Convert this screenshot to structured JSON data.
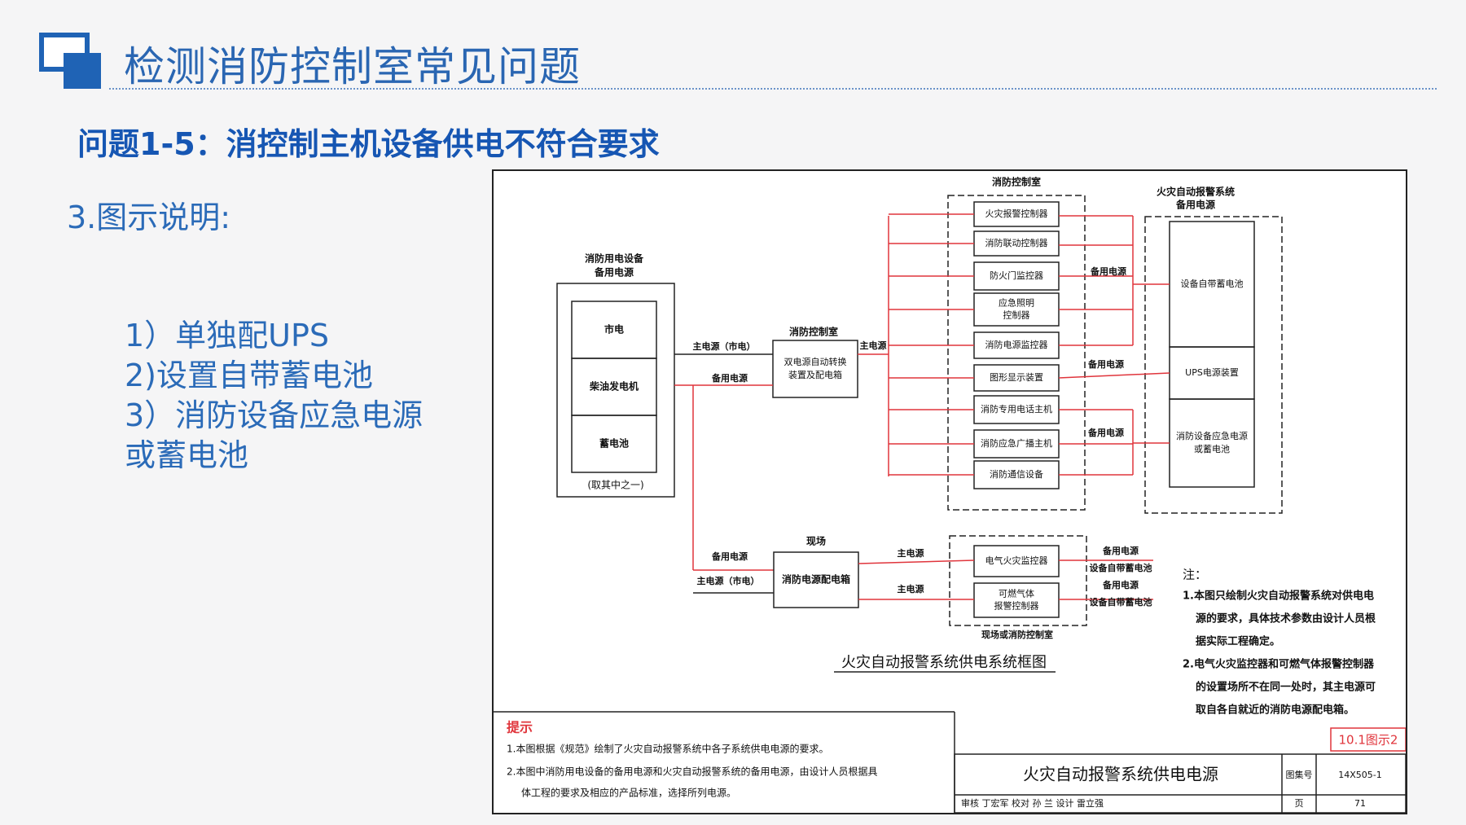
{
  "header": {
    "title": "检测消防控制室常见问题"
  },
  "question": "问题1-5：消控制主机设备供电不符合要求",
  "section_heading": "3.图示说明:",
  "points": [
    "1）单独配UPS",
    "2)设置自带蓄电池",
    "3）消防设备应急电源",
    "或蓄电池"
  ],
  "diagram": {
    "left_group": {
      "title1": "消防用电设备",
      "title2": "备用电源",
      "items": [
        "市电",
        "柴油发电机",
        "蓄电池"
      ],
      "note": "(取其中之一)"
    },
    "links": {
      "main_city": "主电源（市电）",
      "backup": "备用电源",
      "main": "主电源"
    },
    "switch_group": {
      "title": "消防控制室",
      "box_line1": "双电源自动转换",
      "box_line2": "装置及配电箱"
    },
    "control_room": {
      "title": "消防控制室",
      "devices": [
        [
          "火灾报警控制器"
        ],
        [
          "消防联动控制器"
        ],
        [
          "防火门监控器"
        ],
        [
          "应急照明",
          "控制器"
        ],
        [
          "消防电源监控器"
        ],
        [
          "图形显示装置"
        ],
        [
          "消防专用电话主机"
        ],
        [
          "消防应急广播主机"
        ],
        [
          "消防通信设备"
        ]
      ]
    },
    "right_group": {
      "title1": "火灾自动报警系统",
      "title2": "备用电源",
      "items": [
        [
          "设备自带蓄电池"
        ],
        [
          "UPS电源装置"
        ],
        [
          "消防设备应急电源",
          "或蓄电池"
        ]
      ]
    },
    "site_group": {
      "title": "现场",
      "box": "消防电源配电箱"
    },
    "site_devices": {
      "items": [
        [
          "电气火灾监控器"
        ],
        [
          "可燃气体",
          "报警控制器"
        ]
      ],
      "caption": "现场或消防控制室",
      "backup_label": "备用电源",
      "self_battery_label": "设备自带蓄电池"
    },
    "diagram_caption": "火灾自动报警系统供电系统框图",
    "notes": {
      "heading": "注：",
      "lines": [
        "1.本图只绘制火灾自动报警系统对供电电",
        "源的要求，具体技术参数由设计人员根",
        "据实际工程确定。",
        "2.电气火灾监控器和可燃气体报警控制器",
        "的设置场所不在同一处时，其主电源可",
        "取自各自就近的消防电源配电箱。"
      ]
    },
    "tips": {
      "heading": "提示",
      "lines": [
        "1.本图根据《规范》绘制了火灾自动报警系统中各子系统供电电源的要求。",
        "2.本图中消防用电设备的备用电源和火灾自动报警系统的备用电源，由设计人员根据具",
        "体工程的要求及相应的产品标准，选择所列电源。"
      ]
    },
    "badge": "10.1图示2",
    "title_block": {
      "title": "火灾自动报警系统供电电源",
      "atlas_label": "图集号",
      "atlas_value": "14X505-1",
      "page_label": "页",
      "page_value": "71",
      "sign_row": "审核 丁宏军   校对 孙 兰   设计 雷立强"
    },
    "colors": {
      "red_line": "#e0353c",
      "black_line": "#222222"
    }
  }
}
